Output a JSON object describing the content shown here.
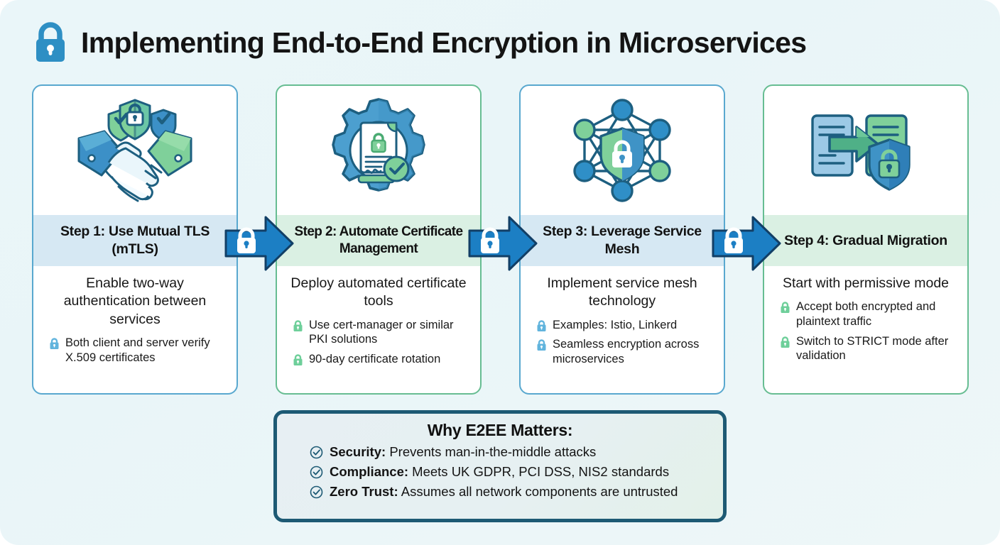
{
  "header": {
    "lock_icon": "padlock-icon",
    "title": "Implementing End-to-End Encryption in Microservices"
  },
  "colors": {
    "background": "#eaf6f9",
    "blue_accent": "#2e8fc4",
    "blue_border": "#59a8cf",
    "green_border": "#67bd92",
    "band_blue": "#d6e8f3",
    "band_green": "#daf0e3",
    "arrow_blue": "#1c7fc4",
    "why_border": "#1d5a74",
    "lock_blue": "#61b4dd",
    "lock_green": "#6ecf9a"
  },
  "steps": [
    {
      "icon": "handshake-shields-icon",
      "accent": "blue",
      "title": "Step 1: Use Mutual TLS (mTLS)",
      "lead": "Enable two-way authentication between services",
      "bullets": [
        "Both client and server verify X.509 certificates"
      ]
    },
    {
      "icon": "gear-certificate-icon",
      "accent": "green",
      "title": "Step 2: Automate Certificate Management",
      "lead": "Deploy automated certificate tools",
      "bullets": [
        "Use cert-manager or similar PKI solutions",
        "90-day certificate rotation"
      ]
    },
    {
      "icon": "network-mesh-shield-icon",
      "accent": "blue",
      "title": "Step 3: Leverage Service Mesh",
      "lead": "Implement service mesh technology",
      "bullets": [
        "Examples: Istio, Linkerd",
        "Seamless encryption across microservices"
      ]
    },
    {
      "icon": "document-migration-shield-icon",
      "accent": "green",
      "title": "Step 4: Gradual Migration",
      "lead": "Start with permissive mode",
      "bullets": [
        "Accept both encrypted and plaintext traffic",
        "Switch to STRICT mode after validation"
      ]
    }
  ],
  "arrows": [
    {
      "icon": "lock-icon",
      "label": "step-1-to-2"
    },
    {
      "icon": "lock-icon",
      "label": "step-2-to-3"
    },
    {
      "icon": "lock-icon",
      "label": "step-3-to-4"
    }
  ],
  "why_box": {
    "title": "Why E2EE Matters:",
    "items": [
      {
        "icon": "check-circle-icon",
        "term": "Security:",
        "detail": "Prevents man-in-the-middle attacks"
      },
      {
        "icon": "check-circle-icon",
        "term": "Compliance:",
        "detail": "Meets UK GDPR, PCI DSS, NIS2 standards"
      },
      {
        "icon": "check-circle-icon",
        "term": "Zero Trust:",
        "detail": "Assumes all network components are untrusted"
      }
    ]
  }
}
